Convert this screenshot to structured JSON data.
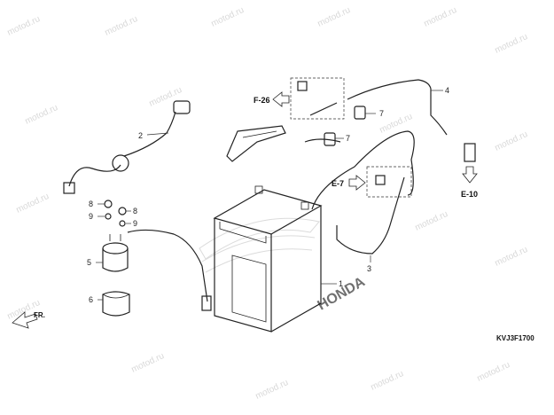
{
  "watermark": "motod.ru",
  "brand_mark": "HONDA",
  "figure_code": "KVJ3F1700",
  "orientation_label": "FR.",
  "callouts": [
    {
      "id": "c1",
      "label": "1"
    },
    {
      "id": "c2",
      "label": "2"
    },
    {
      "id": "c3",
      "label": "3"
    },
    {
      "id": "c4",
      "label": "4"
    },
    {
      "id": "c5",
      "label": "5"
    },
    {
      "id": "c6",
      "label": "6"
    },
    {
      "id": "c7a",
      "label": "7"
    },
    {
      "id": "c7b",
      "label": "7"
    },
    {
      "id": "c8a",
      "label": "8"
    },
    {
      "id": "c8b",
      "label": "8"
    },
    {
      "id": "c9a",
      "label": "9"
    },
    {
      "id": "c9b",
      "label": "9"
    }
  ],
  "references": [
    {
      "id": "f26",
      "label": "F-26"
    },
    {
      "id": "e7",
      "label": "E-7"
    },
    {
      "id": "e10",
      "label": "E-10"
    }
  ]
}
